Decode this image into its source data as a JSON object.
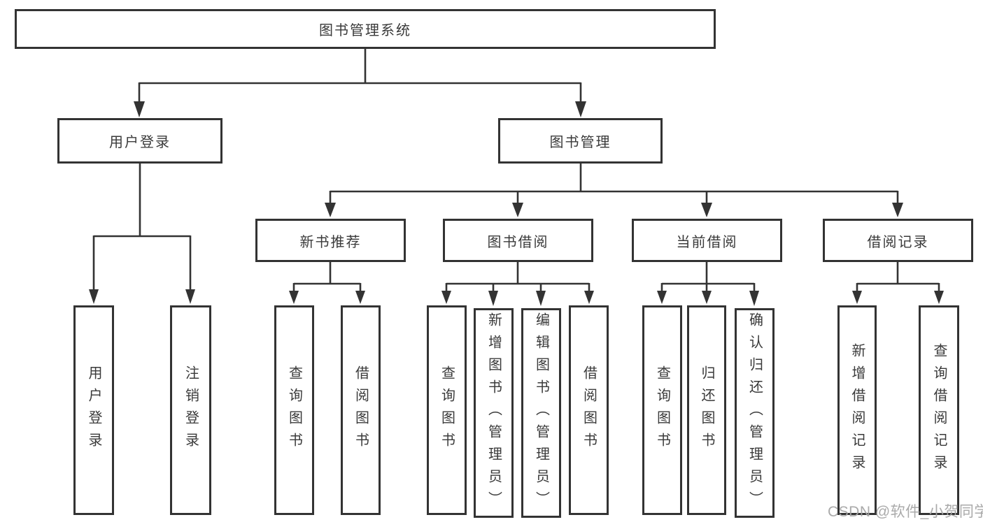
{
  "tree": {
    "root": "图书管理系统",
    "children": [
      {
        "label": "用户登录",
        "children": [
          "用户登录",
          "注销登录"
        ]
      },
      {
        "label": "图书管理",
        "children": [
          {
            "label": "新书推荐",
            "children": [
              "查询图书",
              "借阅图书"
            ]
          },
          {
            "label": "图书借阅",
            "children": [
              "查询图书",
              "新增图书（管理员）",
              "编辑图书（管理员）",
              "借阅图书"
            ]
          },
          {
            "label": "当前借阅",
            "children": [
              "查询图书",
              "归还图书",
              "确认归还（管理员）"
            ]
          },
          {
            "label": "借阅记录",
            "children": [
              "新增借阅记录",
              "查询借阅记录"
            ]
          }
        ]
      }
    ]
  },
  "watermark": "CSDN @软件_小贺同学",
  "colors": {
    "line": "#333333",
    "box_border": "#333333",
    "text": "#3a3a3a",
    "watermark": "#a5a5a5",
    "background": "#ffffff"
  }
}
